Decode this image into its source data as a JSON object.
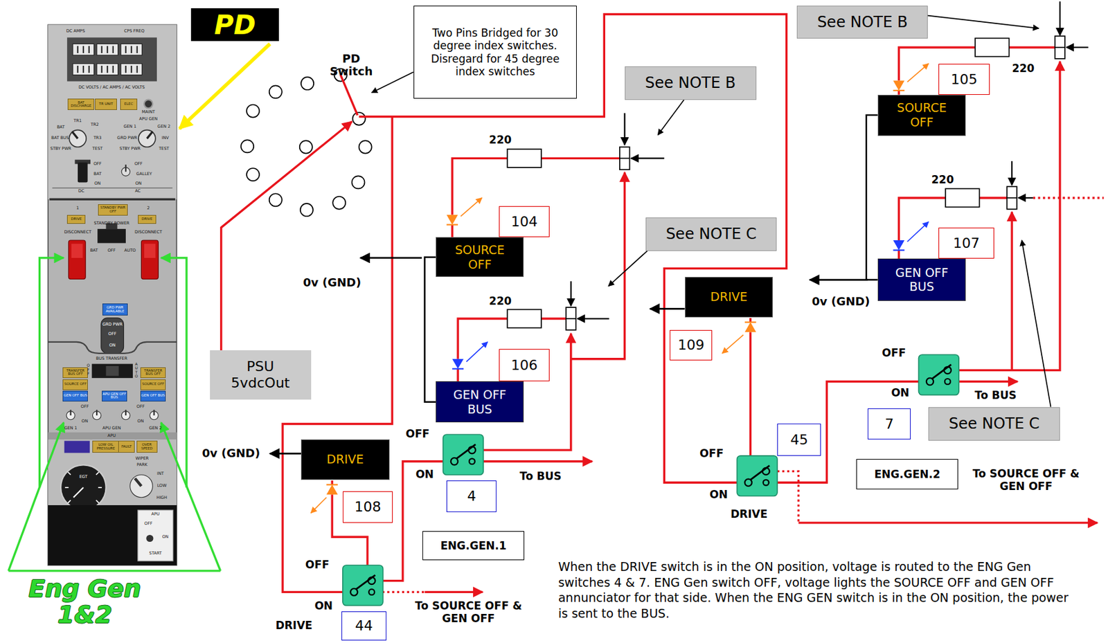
{
  "diagram": {
    "nodes": [
      {
        "text": [
          "BAT DISCHARGE"
        ]
      },
      {
        "text": [
          "TR UNIT"
        ]
      },
      {
        "text": [
          "ELEC"
        ]
      },
      {
        "text": [
          "DRIVE"
        ]
      },
      {
        "text": [
          "STANDBY PWR OFF"
        ]
      },
      {
        "text": [
          "DRIVE"
        ]
      },
      {
        "text": [
          "GRD PWR AVAILABLE"
        ]
      },
      {
        "text": [
          "TRANSFER BUS OFF"
        ]
      },
      {
        "text": [
          "SOURCE OFF"
        ]
      },
      {
        "text": [
          "GEN OFF BUS"
        ]
      },
      {
        "text": [
          "APU GEN OFF BUS"
        ]
      },
      {
        "text": [
          "TRANSFER BUS OFF"
        ]
      },
      {
        "text": [
          "SOURCE OFF"
        ]
      },
      {
        "text": [
          "GEN OFF BUS"
        ]
      },
      {
        "text": [
          "LOW OIL PRESSURE"
        ]
      },
      {
        "text": [
          "FAULT"
        ]
      },
      {
        "text": [
          "OVER SPEED"
        ]
      },
      {
        "text": [
          "PD"
        ]
      },
      {
        "text": [
          "Two Pins Bridged for 30 degree index switches. Disregard for 45 degree index switches"
        ]
      },
      {
        "text": [
          "See NOTE B"
        ]
      },
      {
        "text": [
          "SOURCE OFF"
        ]
      },
      {
        "text": [
          "104"
        ]
      },
      {
        "text": [
          "See NOTE C"
        ]
      },
      {
        "text": [
          "GEN OFF BUS"
        ]
      },
      {
        "text": [
          "106"
        ]
      },
      {
        "text": [
          "PSU 5vdcOut"
        ]
      },
      {
        "text": [
          "DRIVE"
        ]
      },
      {
        "text": [
          "108"
        ]
      },
      {
        "text": [
          "4"
        ]
      },
      {
        "text": [
          "ENG.GEN.1"
        ]
      },
      {
        "text": [
          "44"
        ]
      },
      {
        "text": [
          "DRIVE"
        ]
      },
      {
        "text": [
          "109"
        ]
      },
      {
        "text": [
          "45"
        ]
      },
      {
        "text": [
          "See NOTE B"
        ]
      },
      {
        "text": [
          "SOURCE OFF"
        ]
      },
      {
        "text": [
          "105"
        ]
      },
      {
        "text": [
          "GEN OFF BUS"
        ]
      },
      {
        "text": [
          "107"
        ]
      },
      {
        "text": [
          "7"
        ]
      },
      {
        "text": [
          "See NOTE C"
        ]
      },
      {
        "text": [
          "ENG.GEN.2"
        ]
      }
    ],
    "edges": [
      {
        "from": 20,
        "to": 23,
        "arrow": "none"
      },
      {
        "from": 35,
        "to": 37,
        "arrow": "none"
      }
    ],
    "labels": [
      "DC AMPS",
      "CPS FREQ",
      "DC VOLTS / AC AMPS / AC VOLTS",
      "MAINT",
      "TR1",
      "TR2",
      "BAT",
      "BAT BUS",
      "TR3",
      "STBY PWR",
      "TEST",
      "GEN 1",
      "APU GEN",
      "GEN 2",
      "GRD PWR",
      "INV",
      "STBY PWR",
      "TEST",
      "OFF",
      "BAT",
      "ON",
      "DC",
      "OFF",
      "GALLEY",
      "ON",
      "AC",
      "1",
      "2",
      "DISCONNECT",
      "STANDBY POWER",
      "DISCONNECT",
      "BAT",
      "OFF",
      "AUTO",
      "GRD PWR",
      "OFF",
      "ON",
      "BUS TRANSFER",
      "OFF",
      "AUTO",
      "OFF",
      "ON",
      "OFF",
      "ON",
      "GEN 1",
      "APU GEN",
      "GEN 2",
      "APU",
      "EGT",
      "WIPER",
      "PARK",
      "INT",
      "LOW",
      "HIGH",
      "APU",
      "OFF",
      "ON",
      "START",
      "PD Switch",
      "220",
      "220",
      "220",
      "220",
      "0v (GND)",
      "0v (GND)",
      "0v (GND)",
      "OFF",
      "ON",
      "To BUS",
      "OFF",
      "ON",
      "DRIVE",
      "To SOURCE OFF & GEN OFF",
      "OFF",
      "ON",
      "DRIVE",
      "OFF",
      "ON",
      "To BUS",
      "To SOURCE OFF & GEN OFF",
      "When the DRIVE switch is in the ON position, voltage is routed to the ENG Gen switches 4 & 7. ENG Gen switch OFF, voltage lights the SOURCE OFF and GEN OFF annunciator for that side. When the ENG GEN switch is in the ON position, the power is sent to the BUS.",
      "Eng Gen 1&2"
    ]
  }
}
